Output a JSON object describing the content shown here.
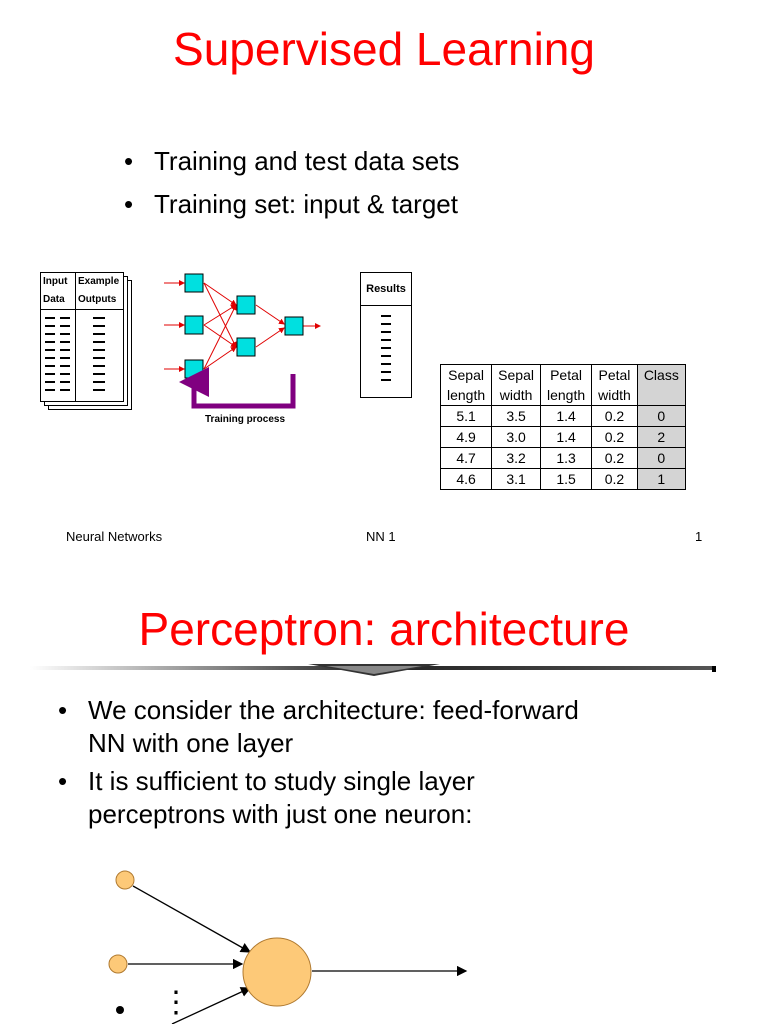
{
  "slide1": {
    "title": "Supervised Learning",
    "bullets": [
      "Training and test data sets",
      "Training set: input & target"
    ],
    "input_table": {
      "col1": [
        "Input",
        "Data"
      ],
      "col2": [
        "Example",
        "Outputs"
      ]
    },
    "results_label": "Results",
    "training_label": "Training process",
    "iris_table": {
      "headers": [
        [
          "Sepal",
          "length"
        ],
        [
          "Sepal",
          "width"
        ],
        [
          "Petal",
          "length"
        ],
        [
          "Petal",
          "width"
        ],
        [
          "Class",
          ""
        ]
      ],
      "rows": [
        [
          "5.1",
          "3.5",
          "1.4",
          "0.2",
          "0"
        ],
        [
          "4.9",
          "3.0",
          "1.4",
          "0.2",
          "2"
        ],
        [
          "4.7",
          "3.2",
          "1.3",
          "0.2",
          "0"
        ],
        [
          "4.6",
          "3.1",
          "1.5",
          "0.2",
          "1"
        ]
      ]
    },
    "footer": {
      "left": "Neural Networks",
      "center": "NN 1",
      "right": "1"
    }
  },
  "slide2": {
    "title": "Perceptron: architecture",
    "bullets": [
      [
        "We consider the architecture: feed-forward",
        "NN with one layer"
      ],
      [
        "It is sufficient to study single layer",
        "perceptrons with just one neuron:"
      ]
    ],
    "ellipsis": "⋮"
  },
  "colors": {
    "title": "#ff0000",
    "neuron": "#00e0e0",
    "arrow": "#e00000",
    "feedback": "#800080",
    "perceptron_node": "#fdc978"
  },
  "icons": {
    "bullet": "•"
  }
}
